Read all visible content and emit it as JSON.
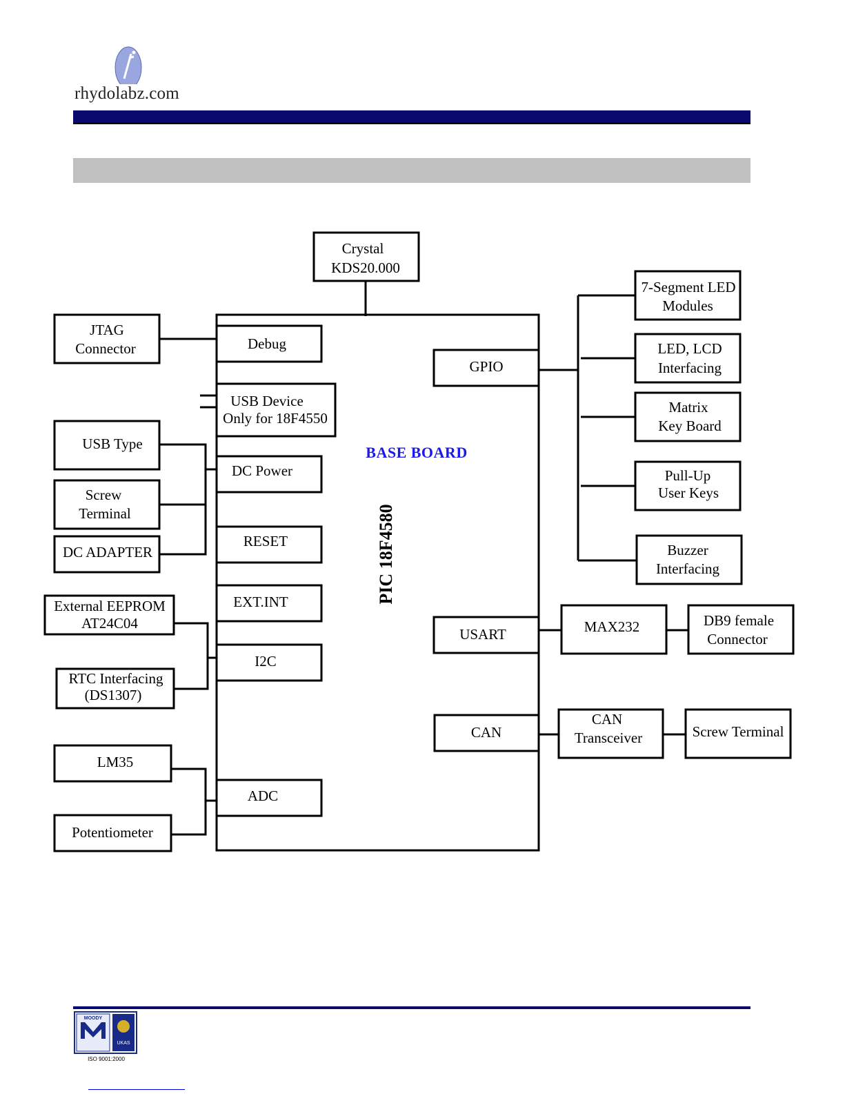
{
  "header": {
    "logo_text": "rhydolabz.com",
    "brand_color": "#0a0a6e"
  },
  "diagram": {
    "center_label": "PIC 18F4580",
    "base_board_label": "BASE BOARD",
    "base_board_color": "#1a1aee",
    "crystal": [
      "Crystal",
      "KDS20.000"
    ],
    "internal_left": {
      "debug": "Debug",
      "usb_device": [
        "USB Device",
        "Only for 18F4550"
      ],
      "dc_power": "DC Power",
      "reset": "RESET",
      "ext_int": "EXT.INT",
      "i2c": "I2C",
      "adc": "ADC"
    },
    "internal_right": {
      "gpio": "GPIO",
      "usart": "USART",
      "can": "CAN"
    },
    "external_left": {
      "jtag": [
        "JTAG",
        "Connector"
      ],
      "usb_type": "USB Type",
      "screw_terminal": [
        "Screw",
        "Terminal"
      ],
      "dc_adapter": "DC ADAPTER",
      "eeprom": [
        "External EEPROM",
        "AT24C04"
      ],
      "rtc": [
        "RTC Interfacing",
        "(DS1307)"
      ],
      "lm35": "LM35",
      "potentiometer": "Potentiometer"
    },
    "external_right": {
      "seven_segment": [
        "7-Segment LED",
        "Modules"
      ],
      "led_lcd": [
        "LED, LCD",
        "Interfacing"
      ],
      "matrix": [
        "Matrix",
        "Key Board"
      ],
      "pullup": [
        "Pull-Up",
        "User Keys"
      ],
      "buzzer": [
        "Buzzer",
        "Interfacing"
      ],
      "max232": "MAX232",
      "db9": [
        "DB9 female",
        "Connector"
      ],
      "can_transceiver": [
        "CAN",
        "Transceiver"
      ],
      "screw_terminal_right": "Screw Terminal"
    }
  },
  "footer": {
    "cert_text": "ISO 9001:2000",
    "cert_small": "MOODY",
    "ukas_text": "UKAS"
  }
}
